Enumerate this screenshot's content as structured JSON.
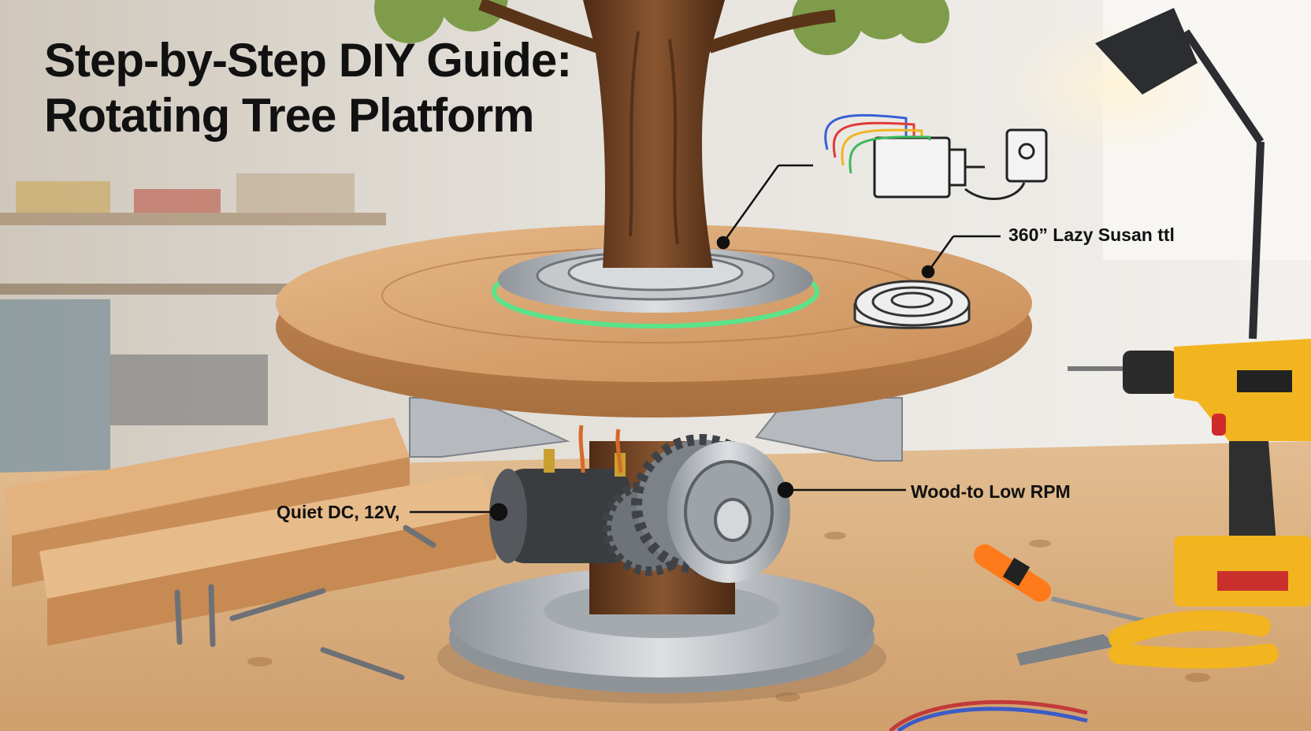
{
  "title": {
    "line1": "Step-by-Step DIY Guide:",
    "line2": "Rotating Tree Platform"
  },
  "callouts": {
    "lazy_susan": "360” Lazy Susan ttl",
    "gear": "Wood-to Low RPM",
    "motor": "Quiet DC, 12V,"
  },
  "colors": {
    "wood": "#d8a874",
    "wood_dark": "#b57c4c",
    "trunk": "#6b3f22",
    "metal": "#b8bcc0",
    "glow_ring": "#5be38a",
    "drill_yellow": "#f2b51f",
    "wall": "#e6e3de"
  }
}
